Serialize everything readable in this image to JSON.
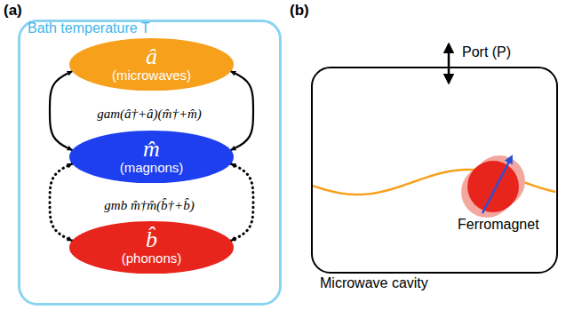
{
  "diagram": {
    "nodes": [
      {
        "text": [
          "Bath temperature T"
        ]
      },
      {
        "text": [
          "â",
          "(microwaves)"
        ],
        "in": 0
      },
      {
        "text": [
          "m̂",
          "(magnons)"
        ],
        "in": 0
      },
      {
        "text": [
          "b̂",
          "(phonons)"
        ],
        "in": 0
      },
      {
        "text": [
          "Microwave cavity"
        ]
      }
    ],
    "edges": [
      {
        "from": 1,
        "to": 2,
        "arrow": "both"
      },
      {
        "from": 1,
        "to": 2,
        "arrow": "both"
      },
      {
        "from": 2,
        "to": 3,
        "arrow": "both"
      },
      {
        "from": 2,
        "to": 3,
        "arrow": "both"
      }
    ],
    "labels": [
      "(a)",
      "(b)",
      "gam(â†+â)(m̂†+m̂)",
      "gmb m̂†m̂(b̂†+b̂)",
      "Port (P)",
      "Ferromagnet"
    ]
  }
}
